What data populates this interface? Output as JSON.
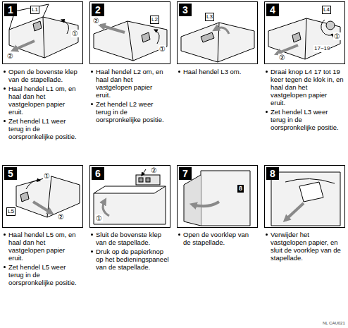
{
  "diagram": {
    "labels": [
      "1",
      "L1",
      "①",
      "②",
      "Open de bovenste klep van de stapellade.",
      "Haal hendel L1 om, en haal dan het vastgelopen papier eruit.",
      "Zet hendel L1 weer terug in de oorspronkelijke positie.",
      "2",
      "L2",
      "①",
      "②",
      "Haal hendel L2 om, en haal dan het vastgelopen papier eruit.",
      "Zet hendel L2 weer terug in de oorspronkelijke positie.",
      "3",
      "L3",
      "Haal hendel L3 om.",
      "4",
      "L4",
      "①",
      "17~19",
      "②",
      "Draai knop L4 17 tot 19 keer tegen de klok in, en haal dan het vastgelopen papier eruit.",
      "Zet hendel L3 weer terug in de oorspronkelijke positie.",
      "5",
      "L5",
      "①",
      "②",
      "Haal hendel L5 om, en haal dan het vastgelopen papier eruit.",
      "Zet hendel L5 weer terug in de oorspronkelijke positie.",
      "6",
      "①",
      "②",
      "Sluit de bovenste klep van de stapellade.",
      "Druk op de papierknop op het bedieningspaneel van de stapellade.",
      "7",
      "8",
      "Open de voorklep van de stapellade.",
      "8",
      "Verwijder het vastgelopen papier, en sluit de voorklep van de stapellade.",
      "NL CAU021"
    ]
  }
}
